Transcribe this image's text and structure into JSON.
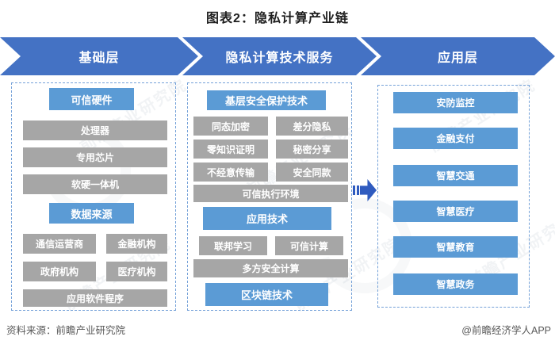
{
  "title": "图表2：隐私计算产业链",
  "banner": {
    "segments": [
      "基础层",
      "隐私计算技术服务",
      "应用层"
    ]
  },
  "col1": {
    "header1": "可信硬件",
    "items": [
      "处理器",
      "专用芯片",
      "软硬一体机"
    ],
    "header2": "数据来源",
    "pairs": [
      "通信运营商",
      "金融机构",
      "政府机构",
      "医疗机构"
    ],
    "full": "应用软件程序"
  },
  "col2": {
    "header1": "基层安全保护技术",
    "pairs1": [
      "同态加密",
      "差分隐私",
      "零知识证明",
      "秘密分享",
      "不经意传输",
      "安全同款"
    ],
    "full1": "可信执行环境",
    "header2": "应用技术",
    "pairs2": [
      "联邦学习",
      "可信计算"
    ],
    "full2": "多方安全计算",
    "header3": "区块链技术"
  },
  "col3": {
    "items": [
      "安防监控",
      "金融支付",
      "智慧交通",
      "智慧医疗",
      "智慧教育",
      "智慧政务"
    ]
  },
  "footer": {
    "source": "资料来源：前瞻产业研究院",
    "credit": "@前瞻经济学人APP"
  },
  "watermark": {
    "text": "前瞻产业研究院"
  },
  "colors": {
    "banner_blue": "#4472C4",
    "node_blue": "#5B9BD5",
    "node_gray": "#A6A6A6",
    "flow_arrow_blue": "#2F5BBF",
    "dashed_border": "#74A1D8",
    "title_text": "#1f1f1f",
    "footer_text": "#595959"
  }
}
